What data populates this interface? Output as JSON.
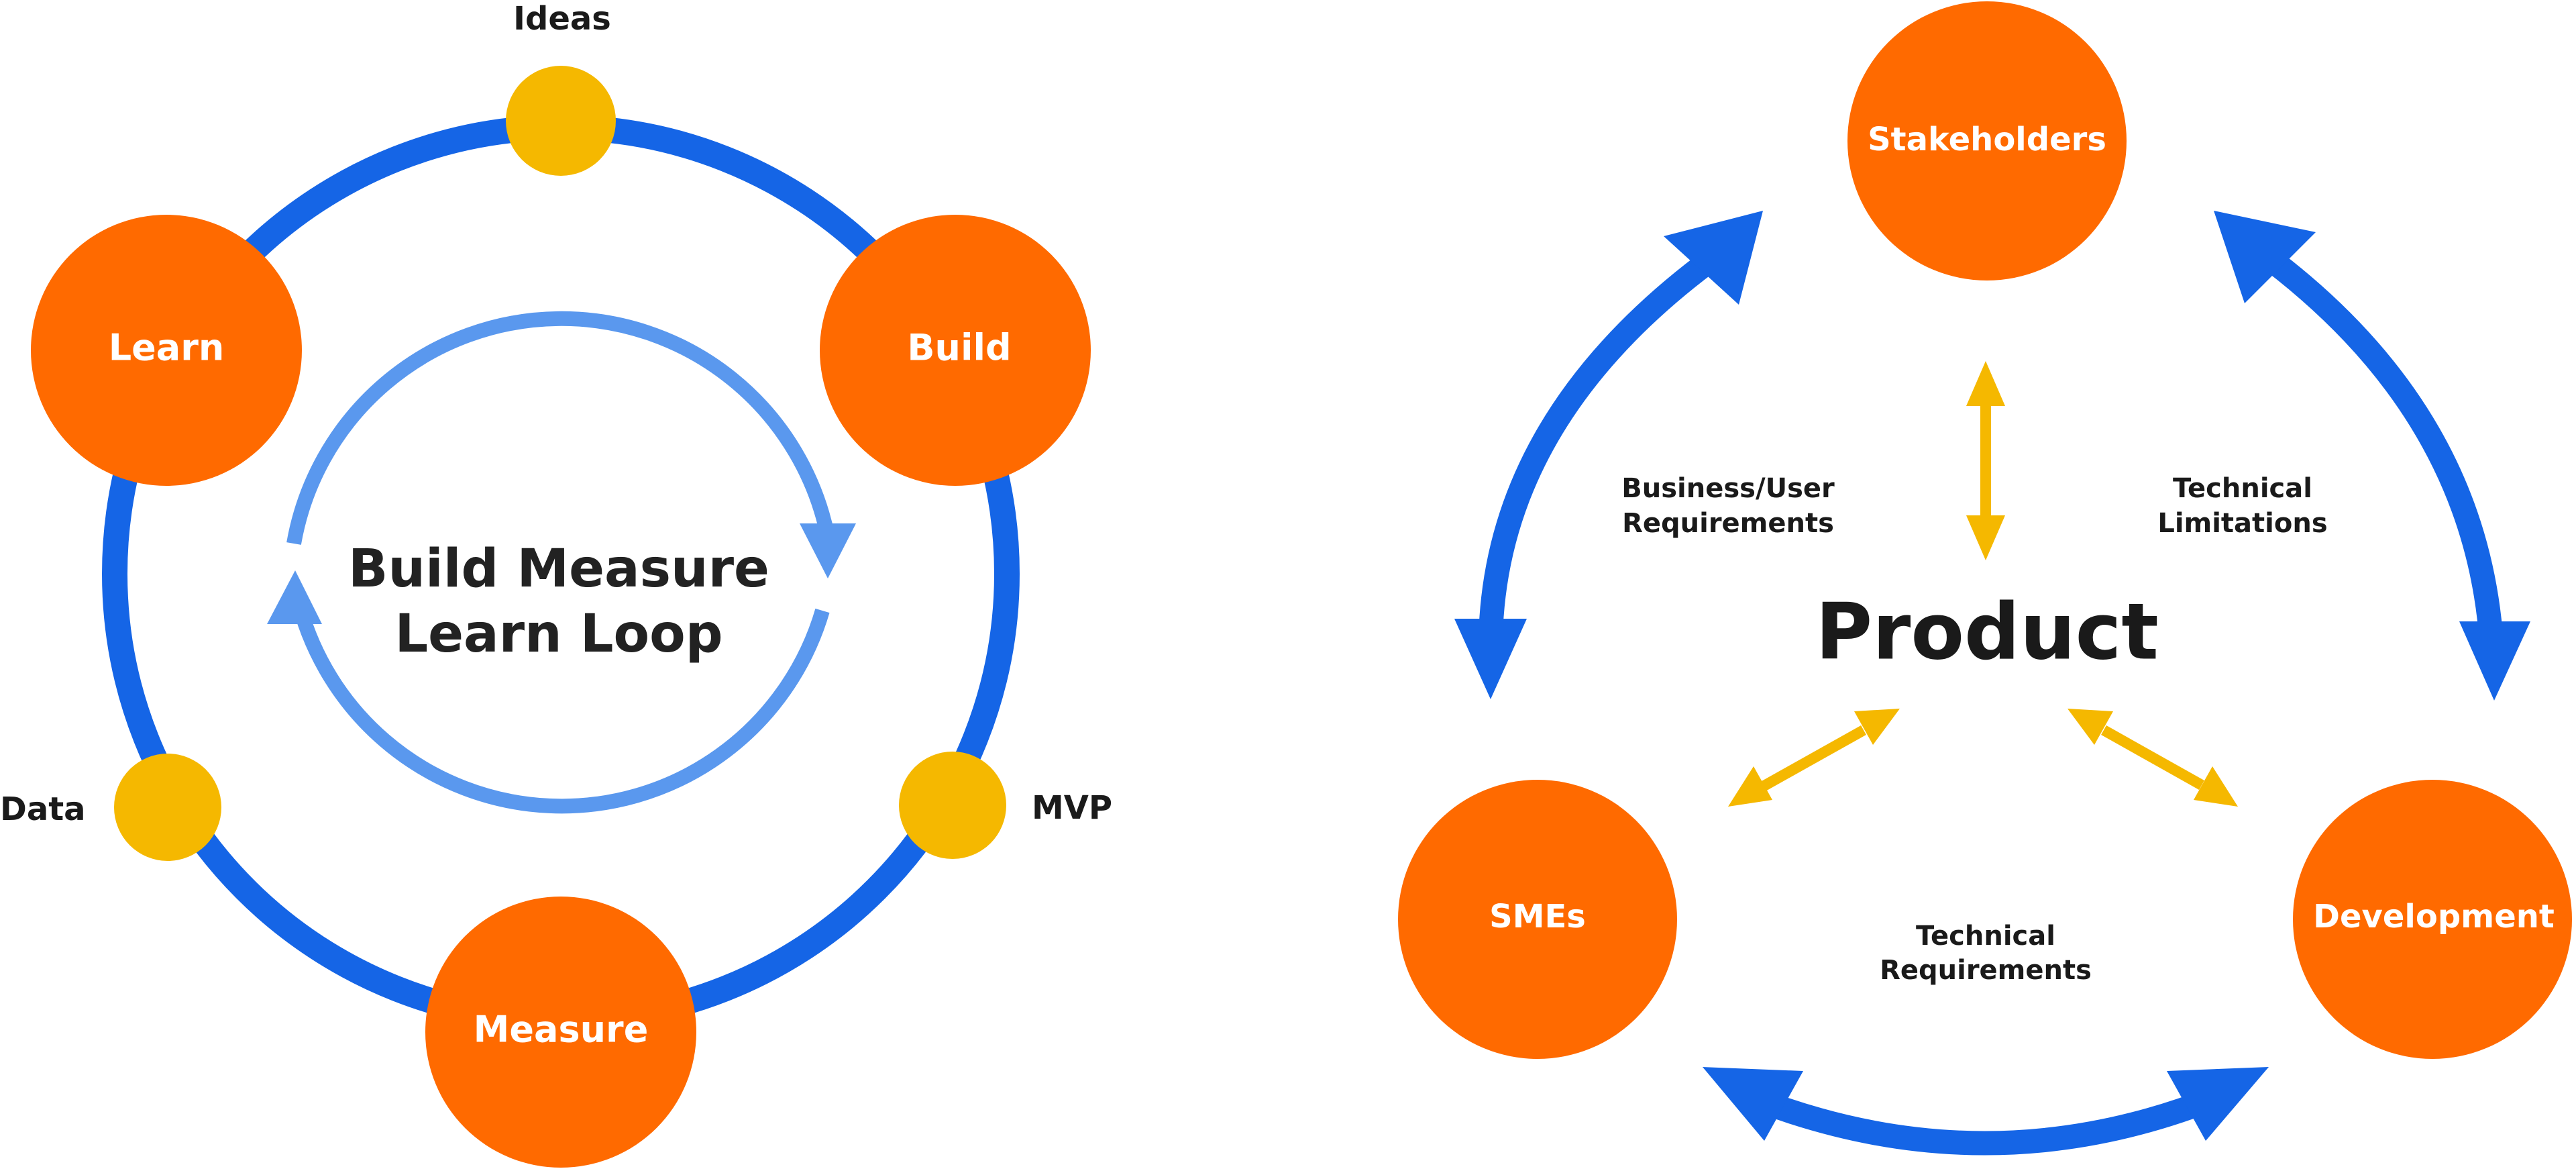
{
  "colors": {
    "orange": "#ff6a00",
    "yellow": "#f5b800",
    "blue": "#1565e6",
    "light_blue": "#5a98ee",
    "text_dark": "#1a1a1a"
  },
  "loop": {
    "title_line1": "Build Measure",
    "title_line2": "Learn Loop",
    "stages": {
      "learn": "Learn",
      "build": "Build",
      "measure": "Measure"
    },
    "artifacts": {
      "ideas": "Ideas",
      "mvp": "MVP",
      "data": "Data"
    }
  },
  "product": {
    "title": "Product",
    "nodes": {
      "stakeholders": "Stakeholders",
      "smes": "SMEs",
      "development": "Development"
    },
    "relations": {
      "business_line1": "Business/User",
      "business_line2": "Requirements",
      "limitations_line1": "Technical",
      "limitations_line2": "Limitations",
      "requirements_line1": "Technical",
      "requirements_line2": "Requirements"
    }
  }
}
